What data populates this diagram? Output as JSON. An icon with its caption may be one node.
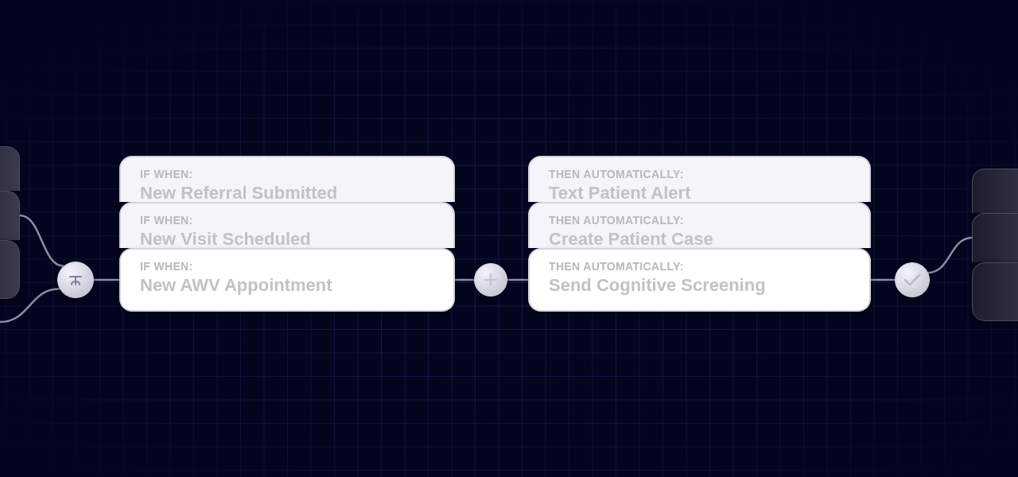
{
  "diagram": {
    "nodes": [
      {
        "text": [],
        "shape": "box"
      },
      {
        "text": [],
        "shape": "box"
      },
      {
        "text": [],
        "shape": "box"
      },
      {
        "text": [],
        "shape": "circle"
      },
      {
        "text": [
          "IF WHEN:",
          "New Referral Submitted"
        ]
      },
      {
        "text": [
          "IF WHEN:",
          "New Visit Scheduled"
        ]
      },
      {
        "text": [
          "IF WHEN:",
          "New AWV Appointment"
        ]
      },
      {
        "text": [],
        "shape": "circle"
      },
      {
        "text": [
          "THEN AUTOMATICALLY:",
          "Text Patient Alert"
        ]
      },
      {
        "text": [
          "THEN AUTOMATICALLY:",
          "Create Patient Case"
        ]
      },
      {
        "text": [
          "THEN AUTOMATICALLY:",
          "Send Cognitive Screening"
        ]
      },
      {
        "text": [],
        "shape": "circle"
      },
      {
        "text": [],
        "shape": "box"
      },
      {
        "text": [],
        "shape": "box"
      },
      {
        "text": [],
        "shape": "box"
      }
    ],
    "edges": [
      {
        "from": 1,
        "to": 3,
        "arrow": "none"
      },
      {
        "from": null,
        "to": 3,
        "arrow": "none"
      },
      {
        "from": 3,
        "to": 6,
        "arrow": "none"
      },
      {
        "from": 6,
        "to": 7,
        "arrow": "none"
      },
      {
        "from": 7,
        "to": 10,
        "arrow": "none"
      },
      {
        "from": 10,
        "to": 11,
        "arrow": "none"
      },
      {
        "from": 11,
        "to": 13,
        "arrow": "none"
      }
    ]
  }
}
